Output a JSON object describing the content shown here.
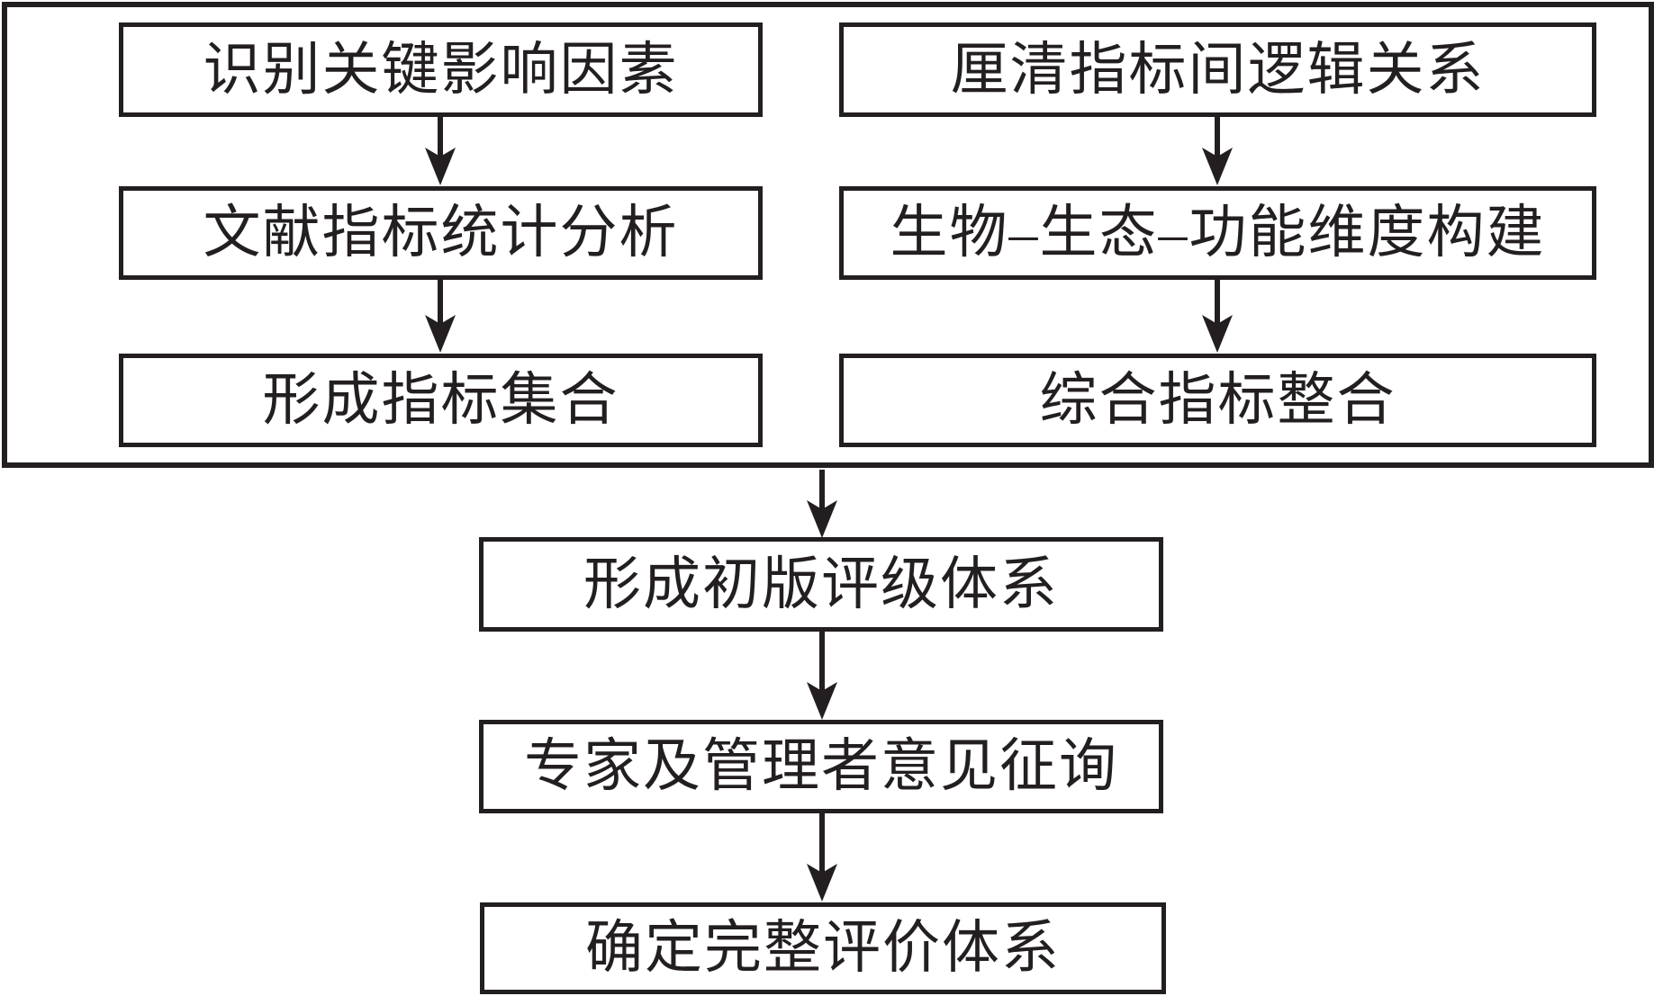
{
  "diagram": {
    "type": "flowchart",
    "colors": {
      "line": "#231f20",
      "background": "#ffffff"
    },
    "top_group": {
      "left_column": [
        {
          "label": "识别关键影响因素"
        },
        {
          "label": "文献指标统计分析"
        },
        {
          "label": "形成指标集合"
        }
      ],
      "right_column": [
        {
          "label": "厘清指标间逻辑关系"
        },
        {
          "label": "生物–生态–功能维度构建"
        },
        {
          "label": "综合指标整合"
        }
      ]
    },
    "bottom_sequence": [
      {
        "label": "形成初版评级体系"
      },
      {
        "label": "专家及管理者意见征询"
      },
      {
        "label": "确定完整评价体系"
      }
    ]
  }
}
